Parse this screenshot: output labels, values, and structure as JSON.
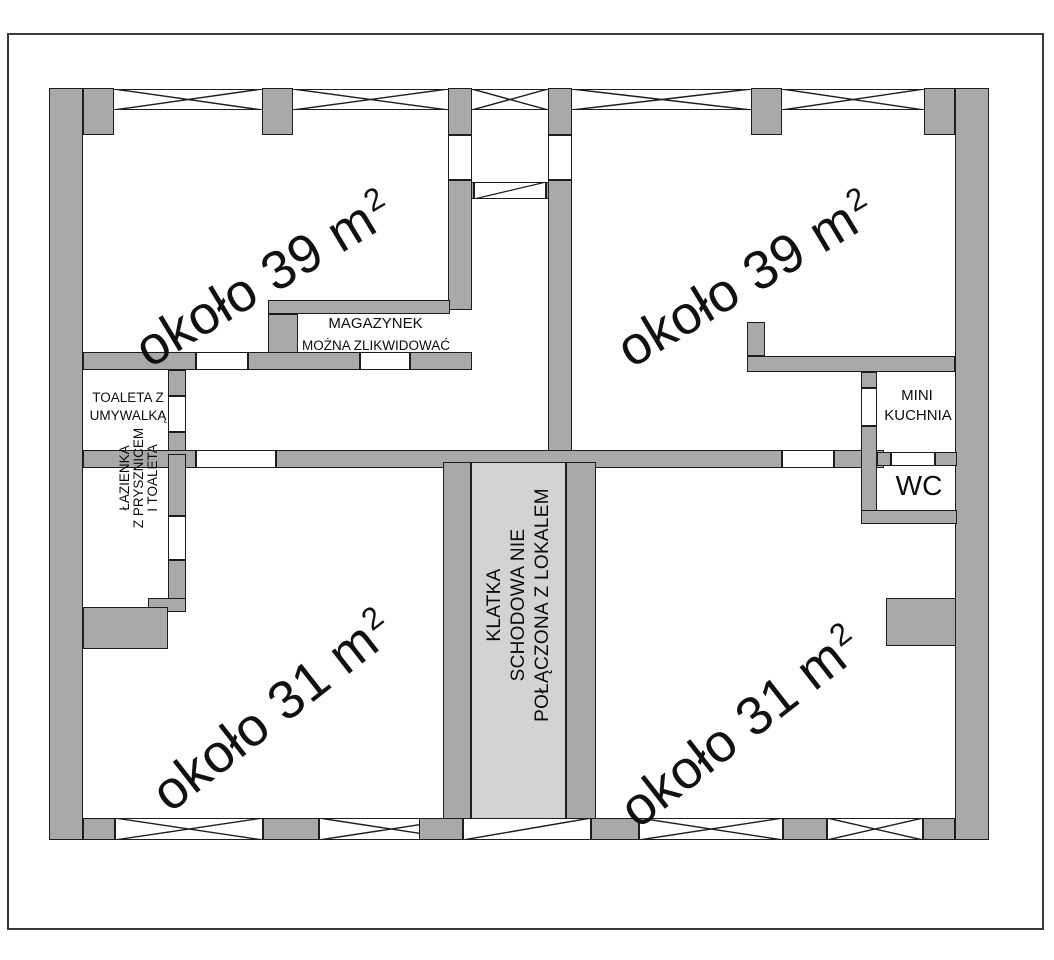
{
  "document": {
    "kind": "floor-plan",
    "language": "pl"
  },
  "rooms": [
    {
      "id": "room-top-left",
      "area_label": "około 39 m",
      "exponent": "2"
    },
    {
      "id": "room-top-right",
      "area_label": "około 39 m",
      "exponent": "2"
    },
    {
      "id": "room-bottom-left",
      "area_label": "około 31 m",
      "exponent": "2"
    },
    {
      "id": "room-bottom-right",
      "area_label": "około 31 m",
      "exponent": "2"
    }
  ],
  "labels": {
    "storage_line1": "MAGAZYNEK",
    "storage_line2": "MOŻNA ZLIKWIDOWAĆ",
    "toilet_line1": "TOALETA Z",
    "toilet_line2": "UMYWALKĄ",
    "bathroom_line1": "ŁAZIENKA",
    "bathroom_line2": "Z PRYSZNICEM",
    "bathroom_line3": "I TOALETA",
    "kitchen_line1": "MINI",
    "kitchen_line2": "KUCHNIA",
    "wc": "WC",
    "stairwell_line1": "KLATKA",
    "stairwell_line2": "SCHODOWA NIE",
    "stairwell_line3": "POŁĄCZONA Z LOKALEM"
  },
  "colors": {
    "wall_fill": "#a9a9a9",
    "wall_stroke": "#1d1d1d",
    "stairwell_fill": "#d3d3d3",
    "paper": "#ffffff",
    "text": "#0d0d0d"
  }
}
